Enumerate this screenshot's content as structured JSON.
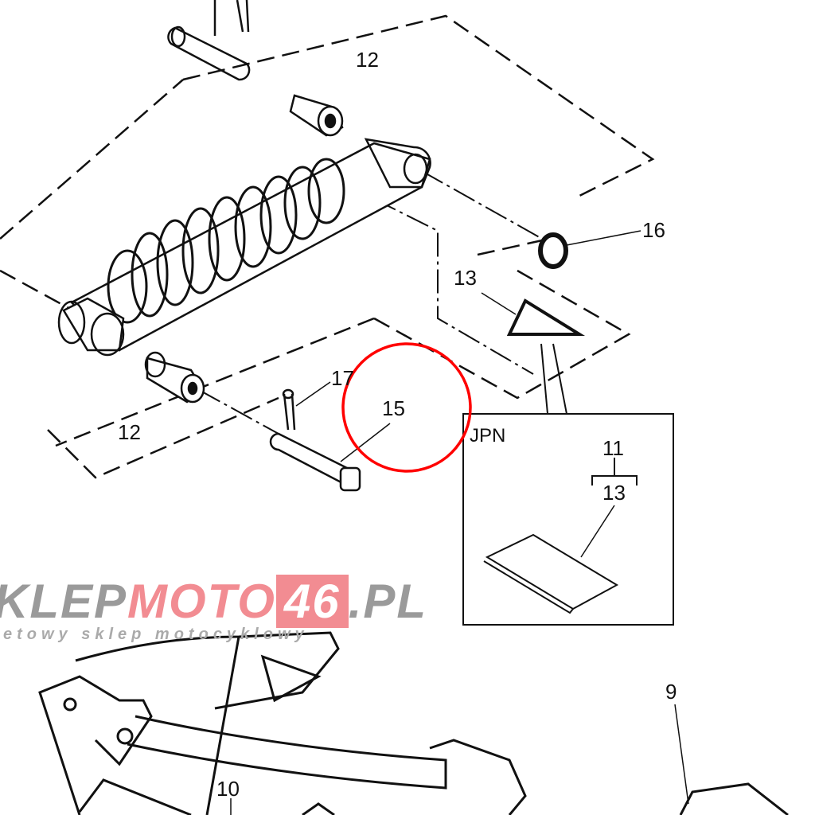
{
  "callouts": {
    "c12a": "12",
    "c12b": "12",
    "c16": "16",
    "c13": "13",
    "c17": "17",
    "c15": "15",
    "c11": "11",
    "c13b": "13",
    "c9": "9",
    "c10": "10"
  },
  "inset": {
    "region": "JPN"
  },
  "watermark": {
    "part1": "KLEP",
    "part2": "MOTO",
    "part3": "46",
    "part4": ".PL",
    "subtitle": "etowy sklep motocyklowy"
  },
  "highlight_color": "#ff0000"
}
